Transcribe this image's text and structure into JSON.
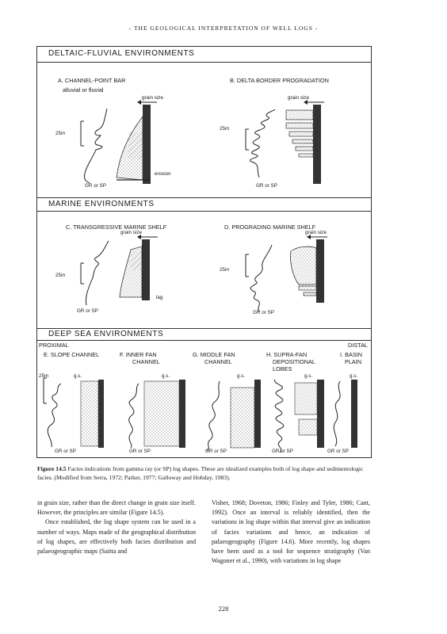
{
  "header": "- THE GEOLOGICAL INTERPRETATION OF WELL LOGS -",
  "sections": {
    "deltaic": "DELTAIC-FLUVIAL ENVIRONMENTS",
    "marine": "MARINE ENVIRONMENTS",
    "deep_sea": "DEEP SEA ENVIRONMENTS"
  },
  "panels": {
    "a": "A. CHANNEL-POINT BAR",
    "a_sub1": "alluvial or fluvial",
    "b": "B. DELTA BORDER PROGRADATION",
    "c": "C. TRANSGRESSIVE MARINE SHELF",
    "d": "D. PROGRADING MARINE SHELF",
    "e": "E. SLOPE CHANNEL",
    "f1": "F. INNER FAN",
    "f2": "CHANNEL",
    "g1": "G. MIDDLE FAN",
    "g2": "CHANNEL",
    "h1": "H. SUPRA-FAN",
    "h2": "DEPOSITIONAL",
    "h3": "LOBES",
    "i1": "I. BASIN",
    "i2": "PLAIN"
  },
  "labels": {
    "grain_size": "grain size",
    "gs": "g.s.",
    "scale": "25m",
    "gr_sp": "GR or SP",
    "erosion": "erosion",
    "lag": "lag",
    "proximal": "PROXIMAL",
    "distal": "DISTAL"
  },
  "caption": {
    "lead": "Figure 14.5",
    "text": "Facies indications from gamma ray (or SP) log shapes. These are idealized examples both of log shape and sedimentologic facies. (Modified from Serra, 1972; Parker, 1977; Galloway and Hobday, 1983)."
  },
  "body": {
    "left_p1": "in grain size, rather than the direct change in grain size itself. However, the principles are similar (Figure 14.5).",
    "left_p2": "Once established, the log shape system can be used in a number of ways. Maps made of the geographical distribution of log shapes, are effectively both facies distribution and palaeogeographic maps (Saitta and",
    "right_p1": "Visher, 1968; Doveton, 1986; Finley and Tyler, 1986; Cant, 1992). Once an interval is reliably identified, then the variations in log shape within that interval give an indication of facies variations and hence, an indication of palaeogeography (Figure 14.6). More recently, log shapes have been used as a tool for sequence stratigraphy (Van Wagoner et al., 1990), with variations in log shape"
  },
  "page_number": "228"
}
